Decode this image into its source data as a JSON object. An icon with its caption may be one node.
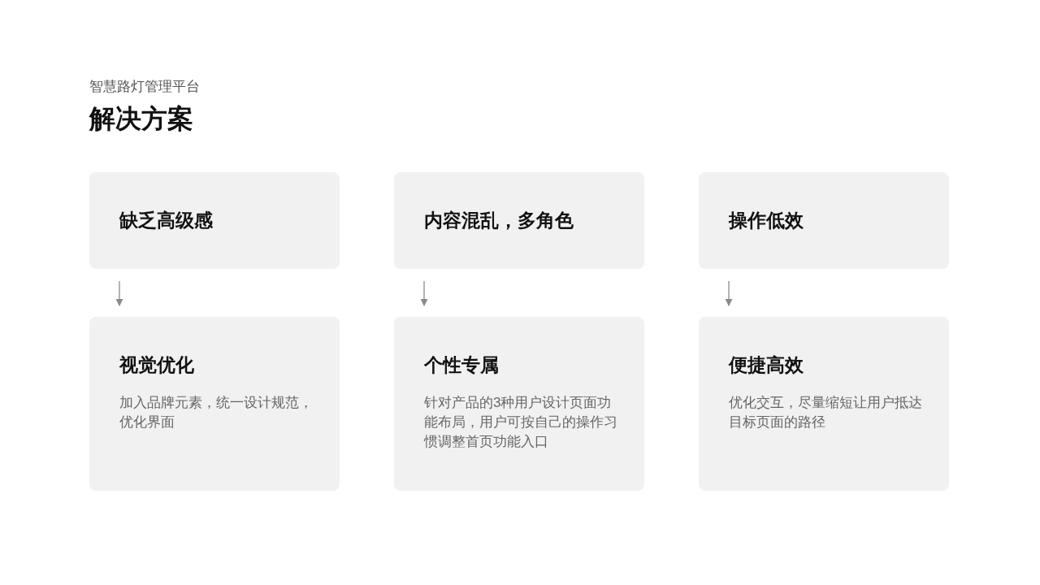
{
  "diagram": {
    "title": "解决方案",
    "nodes": [
      {
        "text": [
          "缺乏高级感"
        ]
      },
      {
        "text": [
          "内容混乱，多角色"
        ]
      },
      {
        "text": [
          "操作低效"
        ]
      },
      {
        "text": [
          "视觉优化",
          "加入品牌元素，统一设计规范，优化界面"
        ]
      },
      {
        "text": [
          "个性专属",
          "针对产品的3种用户设计页面功能布局，用户可按自己的操作习惯调整首页功能入口"
        ]
      },
      {
        "text": [
          "便捷高效",
          "优化交互，尽量缩短让用户抵达目标页面的路径"
        ]
      }
    ],
    "edges": [
      {
        "from": 0,
        "to": 3,
        "arrow": "to"
      },
      {
        "from": 1,
        "to": 4,
        "arrow": "to"
      },
      {
        "from": 2,
        "to": 5,
        "arrow": "to"
      }
    ],
    "labels": [
      "智慧路灯管理平台"
    ]
  }
}
